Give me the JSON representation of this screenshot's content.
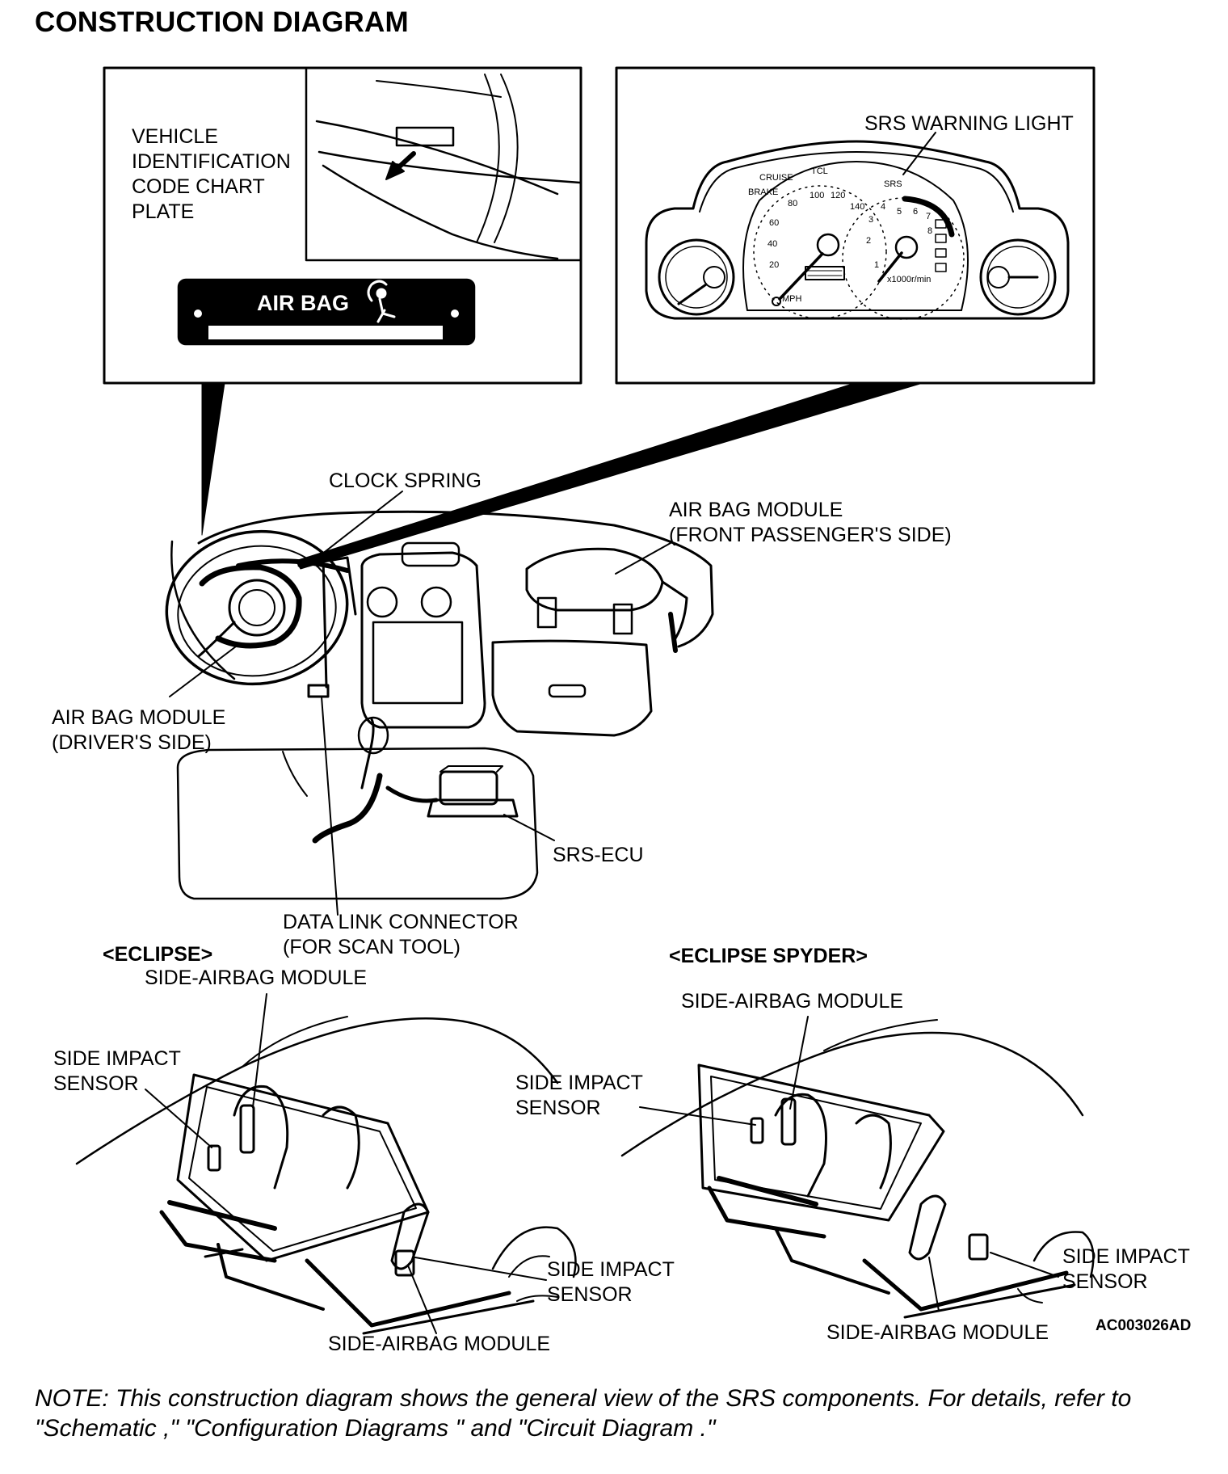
{
  "title": "CONSTRUCTION DIAGRAM",
  "labels": {
    "vin_plate": [
      "VEHICLE",
      "IDENTIFICATION",
      "CODE CHART",
      "PLATE"
    ],
    "plate_text": "AIR BAG",
    "srs_light": "SRS WARNING LIGHT",
    "clock_spring": "CLOCK SPRING",
    "ab_passenger": [
      "AIR BAG MODULE",
      "(FRONT PASSENGER'S SIDE)"
    ],
    "ab_driver": [
      "AIR BAG MODULE",
      "(DRIVER'S SIDE)"
    ],
    "srs_ecu": "SRS-ECU",
    "dlc": [
      "DATA LINK CONNECTOR",
      "(FOR SCAN TOOL)"
    ],
    "eclipse": "<ECLIPSE>",
    "spyder": "<ECLIPSE SPYDER>",
    "side_airbag_module": "SIDE-AIRBAG MODULE",
    "side_impact_sensor": [
      "SIDE IMPACT",
      "SENSOR"
    ],
    "figure_code": "AC003026AD"
  },
  "cluster": {
    "speed_ticks": [
      "20",
      "40",
      "60",
      "80",
      "100",
      "120",
      "140"
    ],
    "rpm_ticks": [
      "1",
      "2",
      "3",
      "4",
      "5",
      "6",
      "7",
      "8"
    ],
    "speed_unit": "MPH",
    "rpm_unit": "x1000r/min",
    "tell_tales": [
      "CRUISE",
      "TCL",
      "BRAKE",
      "SRS"
    ]
  },
  "note": [
    "NOTE: This construction diagram shows the general view of the SRS components. For details, refer to",
    "\"Schematic ,\" \"Configuration Diagrams \" and \"Circuit Diagram .\""
  ]
}
